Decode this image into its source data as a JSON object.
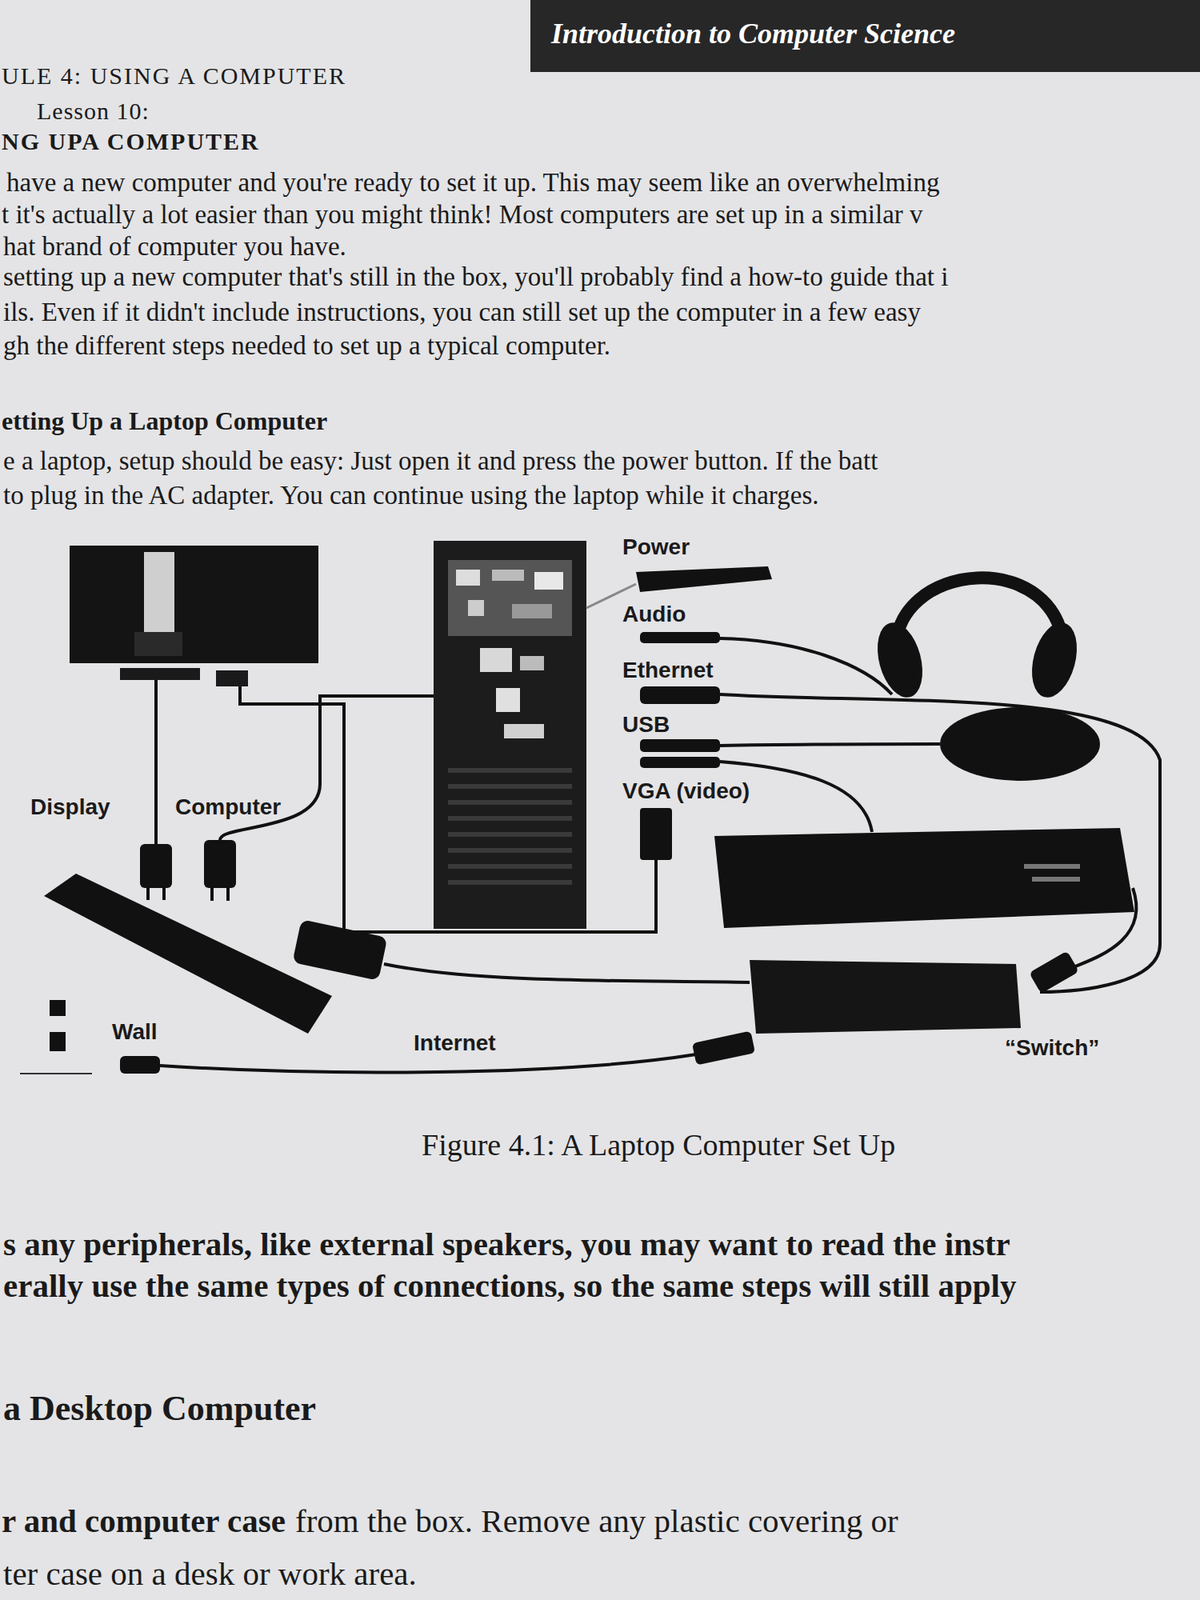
{
  "diagram": {
    "caption": "Figure 4.1: A Laptop Computer Set Up",
    "nodes": [
      {
        "text": [
          "Introduction to Computer Science"
        ]
      }
    ],
    "labels": [
      "ULE 4: USING A COMPUTER",
      "Lesson 10:",
      "NG UPA COMPUTER",
      "have a new computer and you're ready to set it up. This may seem like an overwhelming",
      "t it's actually a lot easier than you might think! Most computers are set up in a similar v",
      "hat brand of computer you have.",
      "setting up a new computer that's still in the box, you'll probably find a how-to guide that i",
      "ils. Even if it didn't include instructions, you can still set up the computer in a few easy",
      "gh the different steps needed to set up a typical computer.",
      "etting Up a Laptop Computer",
      "e a laptop, setup should be easy: Just open it and press the power button. If the batt",
      "to plug in the AC adapter. You can continue using the laptop while it charges.",
      "Power",
      "Audio",
      "Ethernet",
      "USB",
      "VGA (video)",
      "Display",
      "Computer",
      "Wall",
      "Internet",
      "“Switch”",
      "s any peripherals, like external speakers, you may want to read the instr",
      "erally use the same types of connections, so the same steps will still apply",
      "a Desktop Computer",
      "r and computer case",
      "from the box. Remove any plastic covering or",
      "ter case on a desk or work area."
    ]
  }
}
